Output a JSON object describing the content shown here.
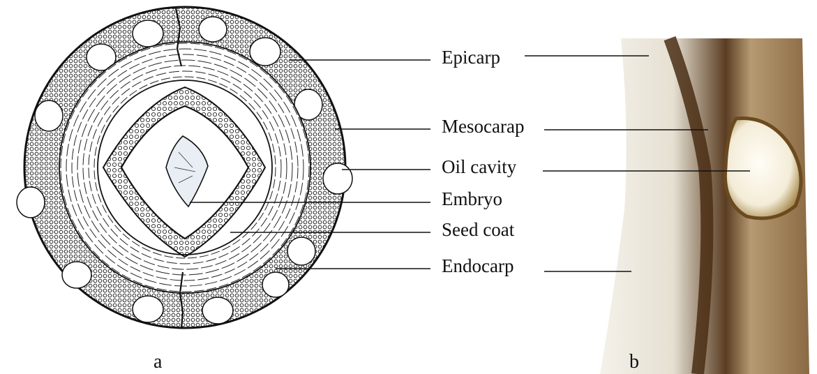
{
  "figure": {
    "labels": [
      {
        "id": "epicarp",
        "text": "Epicarp"
      },
      {
        "id": "mesocarp",
        "text": "Mesocarap"
      },
      {
        "id": "oil-cavity",
        "text": "Oil cavity"
      },
      {
        "id": "embryo",
        "text": "Embryo"
      },
      {
        "id": "seed-coat",
        "text": "Seed coat"
      },
      {
        "id": "endocarp",
        "text": "Endocarp"
      }
    ],
    "panel_a_letter": "a",
    "panel_b_letter": "b"
  }
}
